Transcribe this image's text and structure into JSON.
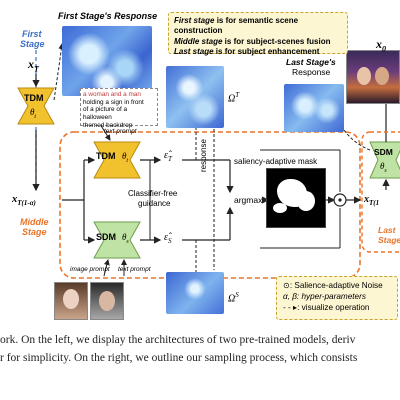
{
  "labels": {
    "first_stage_response": "First Stage's Response",
    "first_stage": [
      "First",
      "Stage"
    ],
    "middle_stage": [
      "Middle",
      "Stage"
    ],
    "last_stage": [
      "Last",
      "Stage"
    ],
    "last_stage_response": [
      "Last Stage's",
      "Response"
    ],
    "x_t": "x_T",
    "x_t_minus_alpha": "x_T(1-α)",
    "x_0": "x_0",
    "x_t_last": "x_T(1",
    "omega_t": "Ω^T",
    "omega_s": "Ω^S",
    "eps_t": "ε̂_T",
    "eps_s": "ε̂_S",
    "argmax": "argmax",
    "response": "response",
    "classifier_free": [
      "Classifier-free",
      "guidance"
    ],
    "saliency_mask": "saliency-adaptive mask",
    "text_prompt": "text prompt",
    "image_prompt": "image prompt",
    "text_prompt_2": "text prompt"
  },
  "modules": {
    "tdm_left": {
      "name": "TDM",
      "param": "θ_t"
    },
    "tdm_mid": {
      "name": "TDM",
      "param": "θ_t"
    },
    "sdm_mid": {
      "name": "SDM",
      "param": "θ_s"
    },
    "sdm_right": {
      "name": "SDM",
      "param": "θ_s"
    }
  },
  "prompt_text": [
    "a woman and a man",
    "holding a sign in front",
    "of a picture of a halloween",
    "themed backdrop"
  ],
  "stage_note": [
    {
      "bold": "First stage",
      "rest": " is for semantic scene construction"
    },
    {
      "bold": "Middle stage",
      "rest": " is for subject-scenes fusion"
    },
    {
      "bold": "Last stage",
      "rest": " is for subject enhancement"
    }
  ],
  "legend": [
    "⊙: Salience-adaptive Noise",
    "α, β: hyper-parameters",
    "- - ▸: visualize operation"
  ],
  "caption": [
    "ork. On the left, we display the architectures of two pre-trained models, deriv",
    "r for simplicity. On the right, we outline our sampling process, which consists"
  ],
  "colors": {
    "blue": "#3b6fc4",
    "orange": "#e8742a",
    "tdm_fill": "#f2c12e",
    "sdm_fill": "#bfe3a4",
    "note_fill": "#fdf6d3"
  }
}
